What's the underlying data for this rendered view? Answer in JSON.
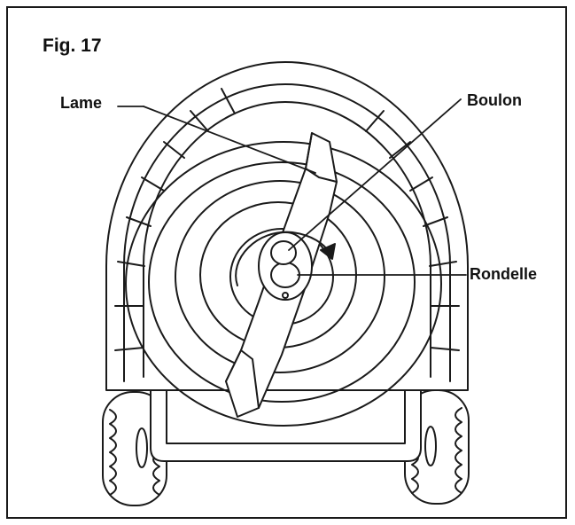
{
  "figure": {
    "title": "Fig. 17",
    "labels": {
      "blade": "Lame",
      "bolt": "Boulon",
      "washer": "Rondelle"
    }
  },
  "colors": {
    "line": "#1a1a1a",
    "background": "#ffffff"
  }
}
